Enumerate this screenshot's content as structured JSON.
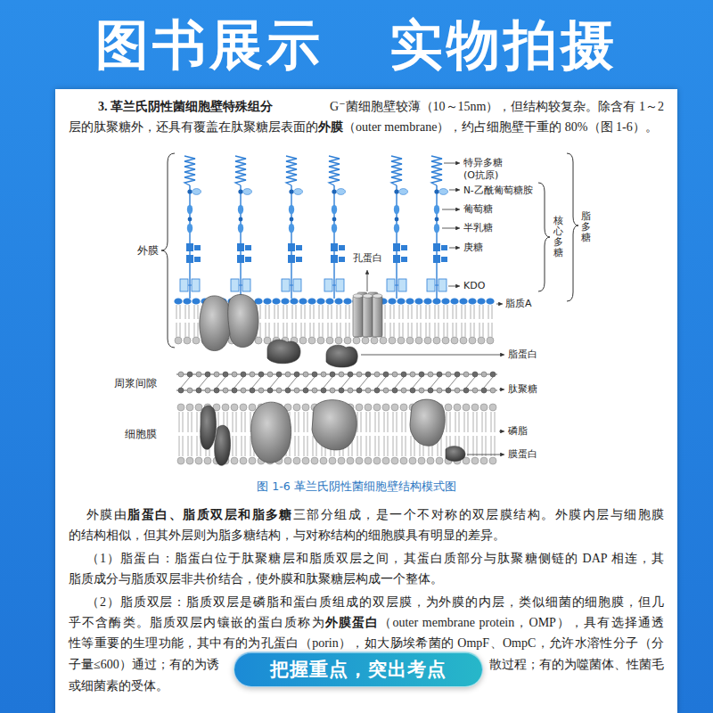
{
  "diagram": {
    "title": "图书展示 实物拍摄",
    "caption": "图 1-6 革兰氏阴性菌细胞壁结构模式图",
    "nodes": [
      {
        "text": [
          "把握重点，突出考点"
        ]
      }
    ],
    "labels": [
      "3. 革兰氏阴性菌细胞壁特殊组分",
      "G⁻菌细胞壁较薄（10～15nm），但结构较复杂。除含有 1～2",
      "层的肽聚糖外，还具有覆盖在肽聚糖层表面的",
      "外膜",
      "（outer membrane），约占细胞壁干重的 80%（图 1-6）。",
      "特异多糖 (O抗原)",
      "N-乙酰葡萄糖胺",
      "葡萄糖",
      "半乳糖",
      "庚糖",
      "KDO",
      "核心多糖",
      "脂多糖",
      "外膜",
      "孔蛋白",
      "脂质A",
      "脂蛋白",
      "周浆间隙",
      "肽聚糖",
      "细胞膜",
      "磷脂",
      "膜蛋白",
      "外膜由",
      "脂蛋白、脂质双层和脂多糖",
      "三部分组成，是一个不对称的双层膜结构。外膜内层与细胞膜",
      "的结构相似，但其外层则为脂多糖结构，与对称结构的细胞膜具有明显的差异。",
      "（1）脂蛋白：脂蛋白位于肽聚糖层和脂质双层之间，其蛋白质部分与肽聚糖侧链的 DAP 相连，其",
      "脂质成分与脂质双层非共价结合，使外膜和肽聚糖层构成一个整体。",
      "（2）脂质双层：脂质双层是磷脂和蛋白质组成的双层膜，为外膜的内层，类似细菌的细胞膜，但几",
      "乎不含酶类。脂质双层内镶嵌的蛋白质称为",
      "外膜蛋白",
      "（outer membrane protein，OMP），具有选择通透",
      "性等重要的生理功能，其中有的为孔蛋白（porin），如大肠埃希菌的 OmpF、OmpC，允许水溶性分子（分",
      "子量≤600）通过；有的为诱",
      "散过程；有的为噬菌体、性菌毛",
      "或细菌素的受体。"
    ]
  }
}
